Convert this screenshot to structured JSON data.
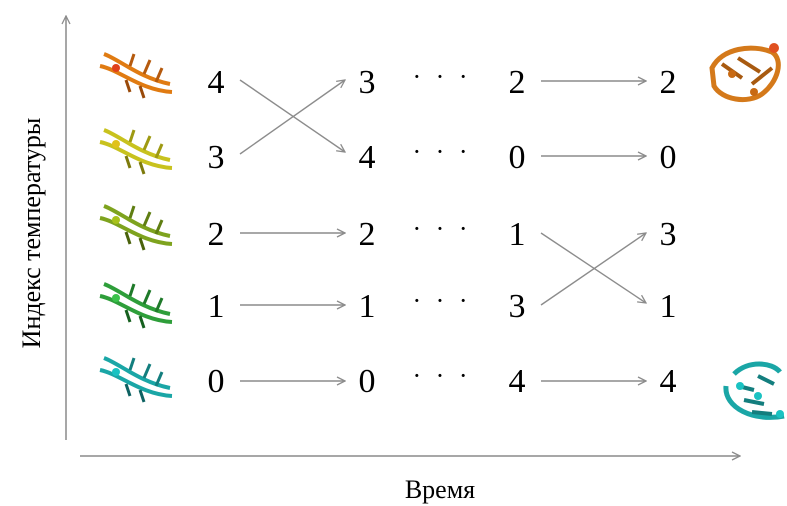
{
  "axes": {
    "y_label": "Индекс температуры",
    "x_label": "Время"
  },
  "colors": {
    "axis": "#8a8a8a",
    "arrow": "#8c8c8c",
    "rna_hot": "#d4791a",
    "rna_cold": "#1aa6a6"
  },
  "rna_ladder": [
    {
      "index": "4",
      "color": "#e07b12"
    },
    {
      "index": "3",
      "color": "#c8c21e"
    },
    {
      "index": "2",
      "color": "#7ea31e"
    },
    {
      "index": "1",
      "color": "#2e9e3a"
    },
    {
      "index": "0",
      "color": "#1aa6a6"
    }
  ],
  "columns": {
    "c0": [
      "4",
      "3",
      "2",
      "1",
      "0"
    ],
    "c1": [
      "3",
      "4",
      "2",
      "1",
      "0"
    ],
    "ellipsis": "· · ·",
    "c2": [
      "2",
      "0",
      "1",
      "3",
      "4"
    ],
    "c3": [
      "2",
      "0",
      "3",
      "1",
      "4"
    ]
  },
  "end_structures": {
    "top_right": "folded-rna-icon",
    "bottom_right": "unfolded-rna-icon"
  }
}
